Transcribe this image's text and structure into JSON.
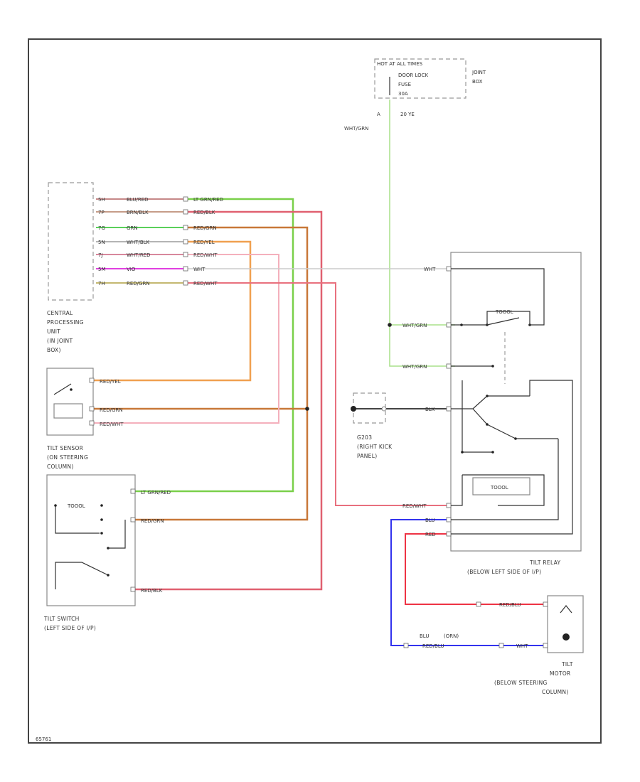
{
  "fuse_box": {
    "header": "HOT AT ALL TIMES",
    "fuse_name": "DOOR LOCK",
    "fuse_label": "FUSE",
    "fuse_amp": "30A",
    "box_label_1": "JOINT",
    "box_label_2": "BOX",
    "terminal": "A",
    "wire": "WHT/GRN",
    "wire_size": "20 YE"
  },
  "cpu": {
    "caption": [
      "CENTRAL",
      "PROCESSING",
      "UNIT",
      "(IN JOINT",
      "BOX)"
    ],
    "pins": [
      {
        "pin": "5H",
        "wire_left": "BLU/RED",
        "wire_right": "LT GRN/RED",
        "color": "#7ad04a"
      },
      {
        "pin": "7P",
        "wire_left": "BRN/BLK",
        "wire_right": "RED/BLK",
        "color": "#e07080"
      },
      {
        "pin": "7G",
        "wire_left": "GRN",
        "wire_right": "RED/GRN",
        "color": "#d07a3a"
      },
      {
        "pin": "5N",
        "wire_left": "WHT/BLK",
        "wire_right": "RED/YEL",
        "color": "#f09a3a"
      },
      {
        "pin": "7J",
        "wire_left": "WHT/RED",
        "wire_right": "RED/WHT",
        "color": "#f0a0b0"
      },
      {
        "pin": "5M",
        "wire_left": "VIO",
        "wire_right": "WHT",
        "color": "#bbbbbb"
      },
      {
        "pin": "7H",
        "wire_left": "RED/GRN",
        "wire_right": "RED/WHT",
        "color": "#f08a9a"
      }
    ]
  },
  "tilt_sensor": {
    "caption": [
      "TILT SENSOR",
      "(ON STEERING",
      "COLUMN)"
    ],
    "wires": [
      "RED/YEL",
      "RED/GRN",
      "RED/WHT"
    ]
  },
  "tilt_switch": {
    "caption": [
      "TILT SWITCH",
      "(LEFT SIDE OF I/P)"
    ],
    "wires": [
      "LT GRN/RED",
      "RED/GRN",
      "RED/BLK"
    ],
    "inner_label": "TOOOL"
  },
  "ground": {
    "id": "G203",
    "caption": [
      "(RIGHT KICK",
      "PANEL)"
    ],
    "wire": "BLK"
  },
  "tilt_relay": {
    "caption": [
      "TILT RELAY",
      "(BELOW LEFT SIDE OF I/P)"
    ],
    "wires": [
      "WHT",
      "WHT/GRN",
      "WHT/GRN",
      "BLK",
      "RED/WHT",
      "BLU",
      "RED"
    ],
    "coil_label": "TOOOL"
  },
  "tilt_motor": {
    "caption": [
      "TILT",
      "MOTOR",
      "(BELOW STEERING",
      "COLUMN)"
    ],
    "wires": [
      "RED/BLU",
      "WHT"
    ],
    "blue_wire": "BLU",
    "blue_wire_note": "(ORN)",
    "blue_wire_lower": "RED/BLU"
  },
  "footer_code": "65761"
}
